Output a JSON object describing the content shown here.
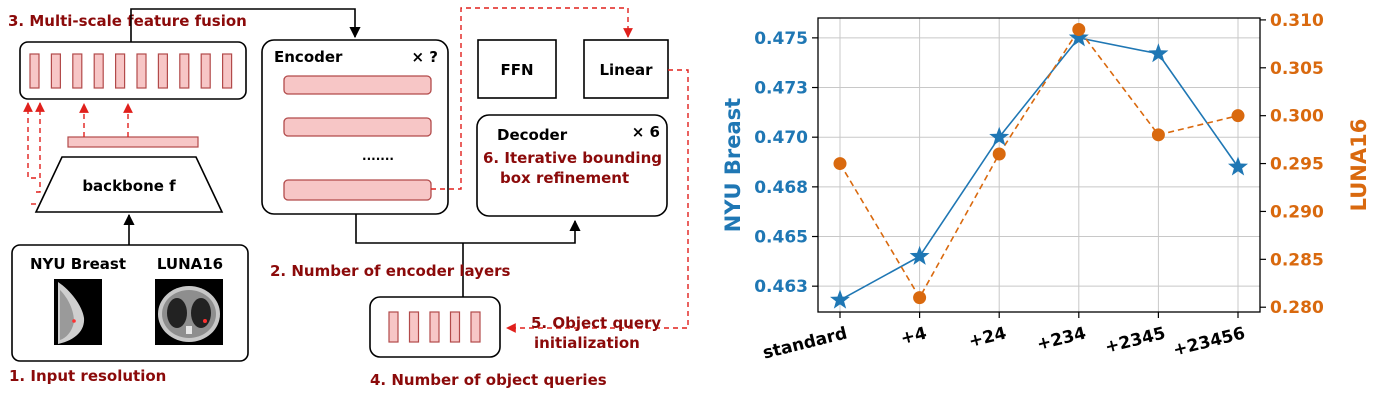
{
  "diagram": {
    "labels": {
      "fusion": "3. Multi-scale feature fusion",
      "backbone": "backbone f",
      "ds1": "NYU Breast",
      "ds2": "LUNA16",
      "input_res": "1. Input resolution",
      "encoder": "Encoder",
      "encoder_rep": "× ?",
      "dots": ".......",
      "num_enc": "2. Number of encoder layers",
      "ffn": "FFN",
      "linear": "Linear",
      "decoder": "Decoder",
      "decoder_rep": "× 6",
      "iter_line1": "6. Iterative bounding",
      "iter_line2": "box refinement",
      "oq_line1": "5. Object query",
      "oq_line2": "initialization",
      "num_oq": "4. Number of object queries"
    },
    "colors": {
      "pink_fill": "#f7c6c6",
      "pink_stroke": "#b24a4a",
      "dashed_red": "#e0201c",
      "label_red": "#8b0a0a"
    }
  },
  "chart_data": {
    "type": "line",
    "categories": [
      "standard",
      "+4",
      "+24",
      "+234",
      "+2345",
      "+23456"
    ],
    "series": [
      {
        "name": "NYU Breast",
        "axis": "left",
        "marker": "star",
        "linestyle": "solid",
        "color": "#1f77b4",
        "values": [
          0.4618,
          0.464,
          0.47,
          0.475,
          0.4742,
          0.4685
        ]
      },
      {
        "name": "LUNA16",
        "axis": "right",
        "marker": "circle",
        "linestyle": "dashed",
        "color": "#d9690e",
        "values": [
          0.295,
          0.281,
          0.296,
          0.309,
          0.298,
          0.3
        ]
      }
    ],
    "ylabel_left": "NYU Breast",
    "ylabel_right": "LUNA16",
    "ylim_left": [
      0.4612,
      0.476
    ],
    "ylim_right": [
      0.2795,
      0.3102
    ],
    "yticks_left": [
      "0.463",
      "0.465",
      "0.468",
      "0.470",
      "0.473",
      "0.475"
    ],
    "yticks_left_values": [
      0.4625,
      0.465,
      0.4675,
      0.47,
      0.4725,
      0.475
    ],
    "yticks_right": [
      "0.280",
      "0.285",
      "0.290",
      "0.295",
      "0.300",
      "0.305",
      "0.310"
    ],
    "yticks_right_values": [
      0.28,
      0.285,
      0.29,
      0.295,
      0.3,
      0.305,
      0.31
    ],
    "grid": true
  }
}
